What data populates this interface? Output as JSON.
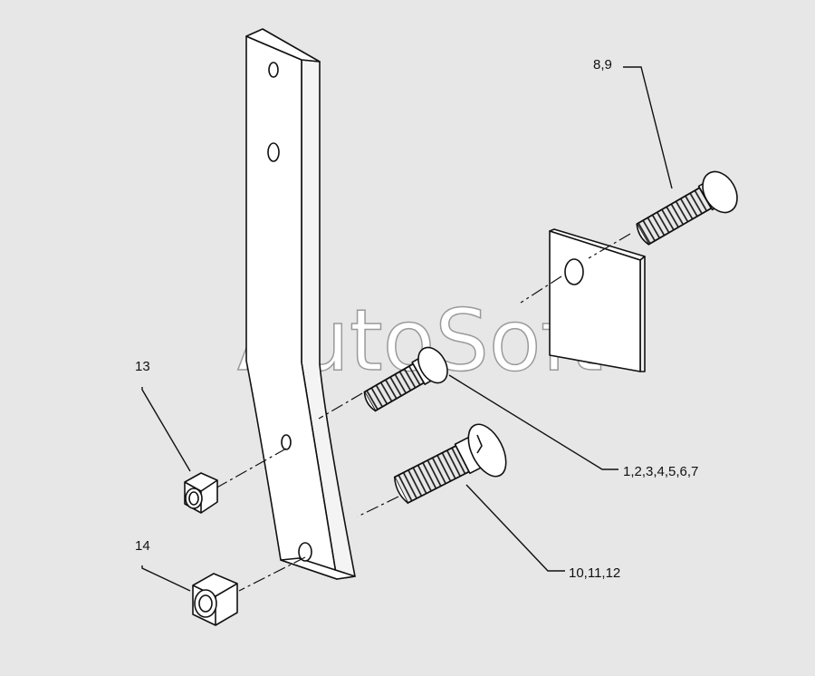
{
  "watermark": "AutoSoft",
  "callouts": {
    "c89": "8,9",
    "c13": "13",
    "c1_7": "1,2,3,4,5,6,7",
    "c14": "14",
    "c10_12": "10,11,12"
  },
  "colors": {
    "background": "#e7e7e7",
    "line": "#111111",
    "part_fill": "#ffffff"
  }
}
